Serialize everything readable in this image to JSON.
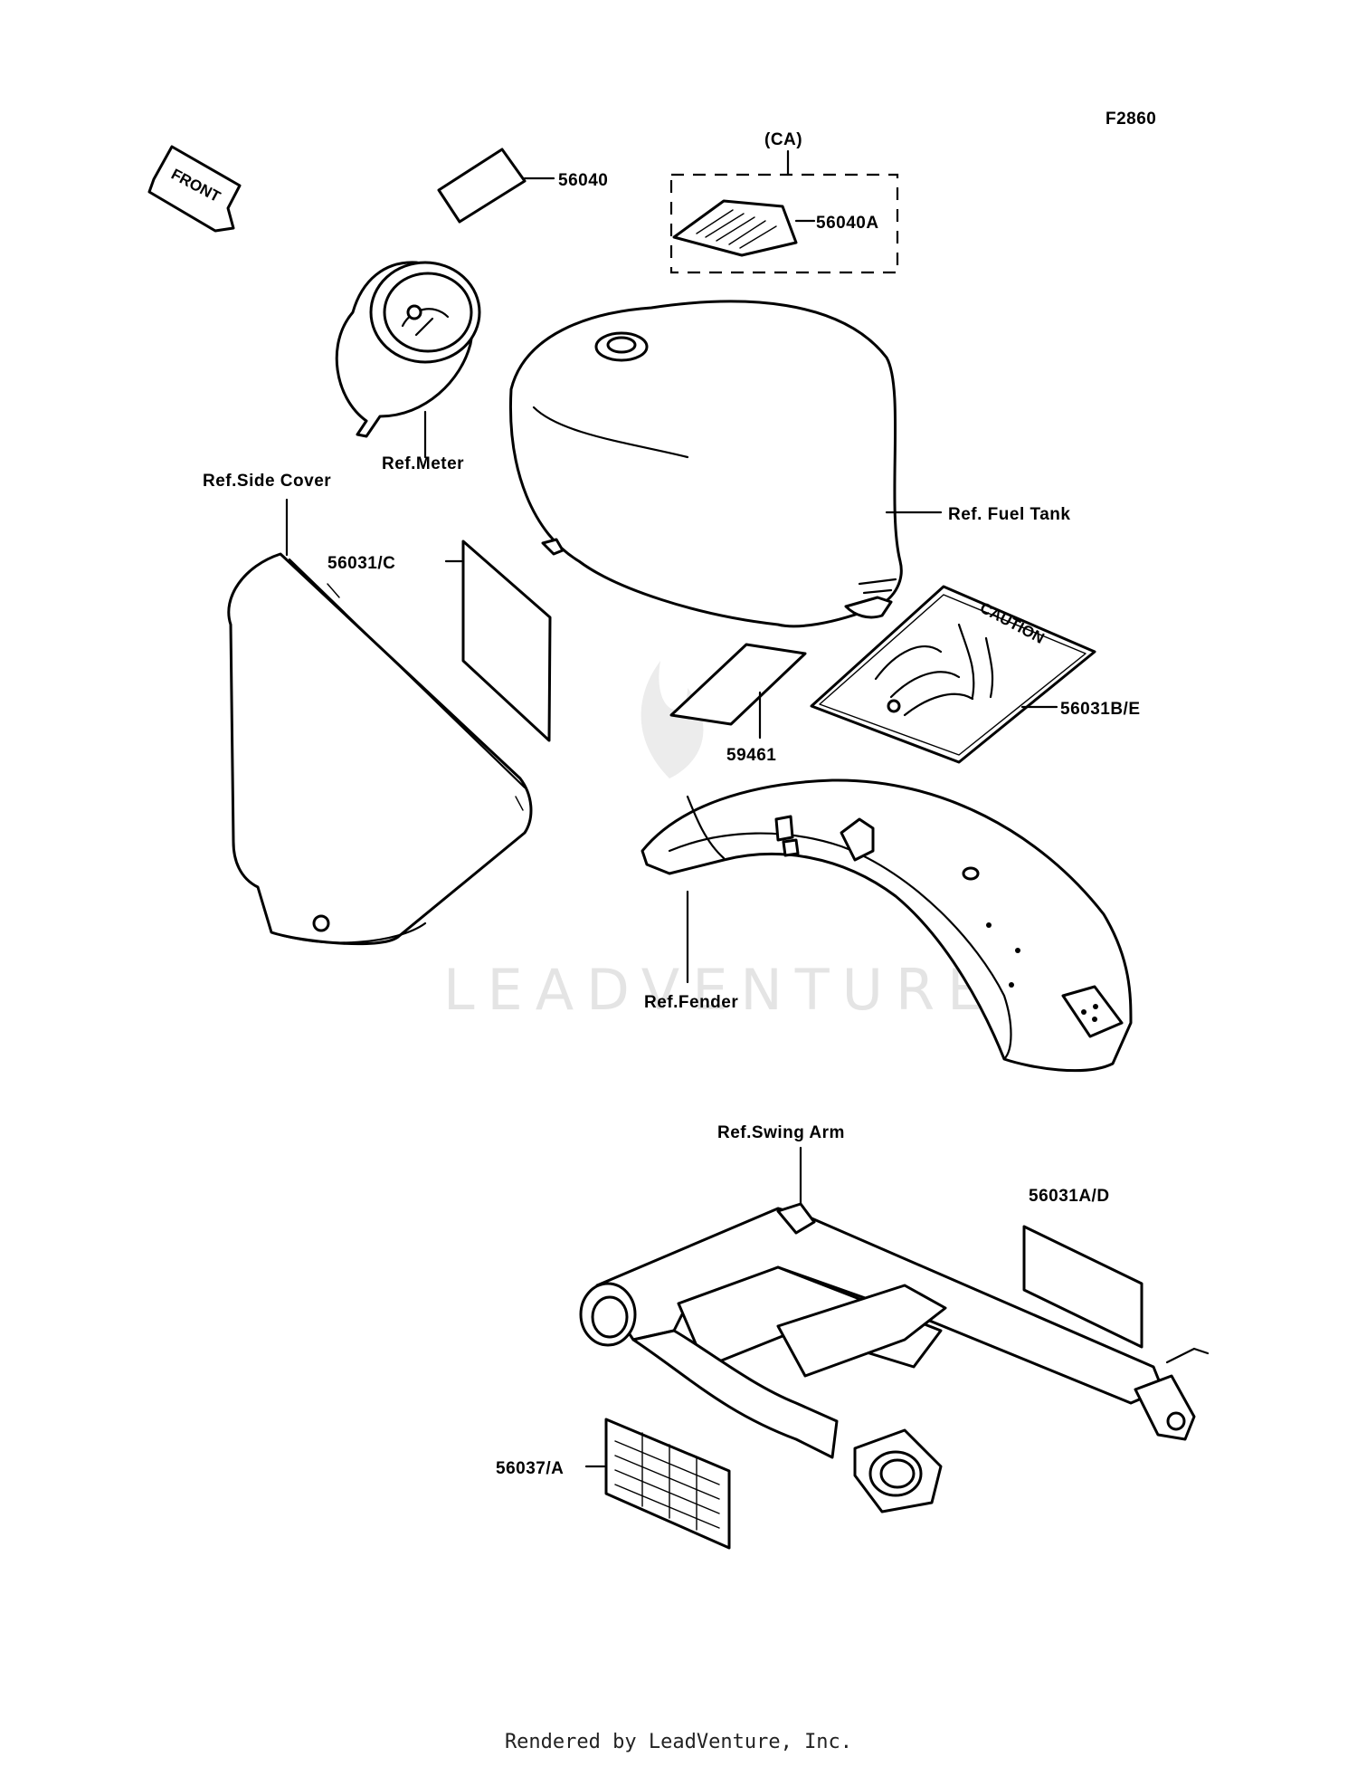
{
  "diagram": {
    "code": "F2860",
    "front_marker": "FRONT",
    "region_tag": "(CA)",
    "caution_text": "CAUTION",
    "watermark": "LEADVENTURE",
    "callouts": {
      "p56040": "56040",
      "p56040a": "56040A",
      "p56031c": "56031/C",
      "p56031be": "56031B/E",
      "p59461": "59461",
      "p56031ad": "56031A/D",
      "p56037a": "56037/A"
    },
    "references": {
      "meter": "Ref.Meter",
      "side_cover": "Ref.Side Cover",
      "fuel_tank": "Ref. Fuel Tank",
      "fender": "Ref.Fender",
      "swing_arm": "Ref.Swing Arm"
    }
  },
  "footer": "Rendered by LeadVenture, Inc."
}
